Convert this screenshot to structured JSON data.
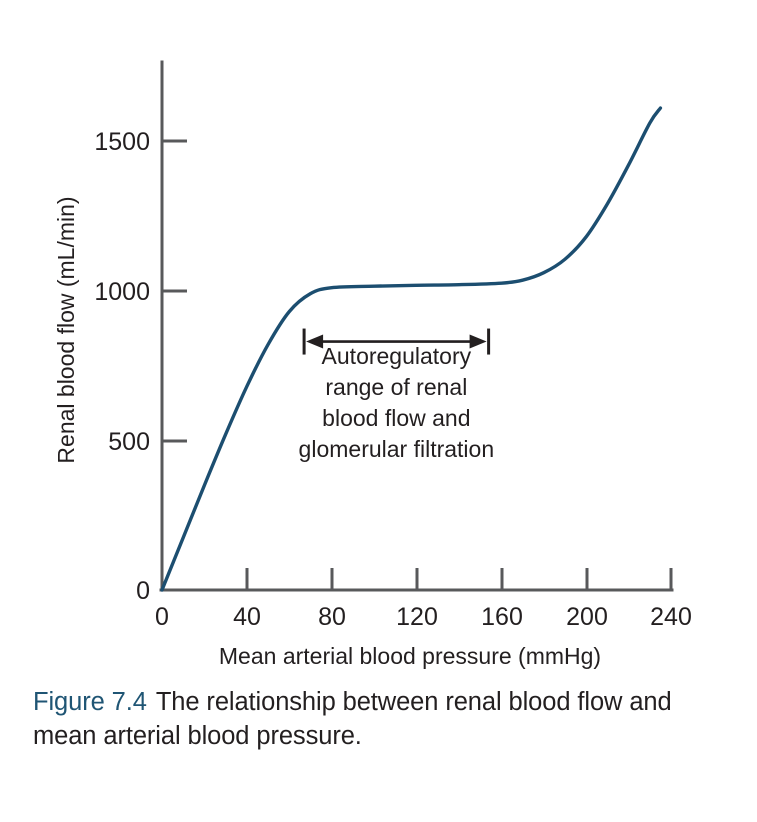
{
  "chart_data": {
    "type": "line",
    "title": "",
    "subtitle": "",
    "xlabel": "Mean arterial blood pressure (mmHg)",
    "ylabel": "Renal blood flow (mL/min)",
    "xlim": [
      0,
      240
    ],
    "ylim": [
      0,
      1700
    ],
    "xticks": [
      0,
      40,
      80,
      120,
      160,
      200,
      240
    ],
    "xticklabels": [
      "0",
      "40",
      "80",
      "120",
      "160",
      "200",
      "240"
    ],
    "yticks": [
      0,
      500,
      1000,
      1500
    ],
    "yticklabels": [
      "0",
      "500",
      "1000",
      "1500"
    ],
    "grid": false,
    "legend": null,
    "series": [
      {
        "name": "Renal blood flow",
        "color": "#1c4e70",
        "x": [
          0,
          10,
          20,
          30,
          40,
          50,
          60,
          70,
          80,
          100,
          120,
          140,
          160,
          170,
          180,
          190,
          200,
          210,
          220,
          230,
          235
        ],
        "y": [
          0,
          175,
          350,
          520,
          680,
          820,
          930,
          990,
          1010,
          1015,
          1018,
          1020,
          1025,
          1035,
          1060,
          1105,
          1180,
          1290,
          1420,
          1560,
          1610
        ]
      }
    ],
    "annotations": [
      {
        "name": "autoregulatory-range",
        "type": "double-arrow-with-caps",
        "x_start": 67,
        "x_end": 154,
        "y": 830,
        "text_lines": [
          "Autoregulatory",
          "range of renal",
          "blood flow and",
          "glomerular filtration"
        ]
      }
    ]
  },
  "caption": {
    "figure_number": "Figure 7.4",
    "text": "The relationship between renal blood flow and mean arterial blood pressure."
  },
  "colors": {
    "curve": "#1c4e70",
    "axis": "#58595b",
    "text": "#231f20",
    "figure_number": "#1f5574",
    "background": "#ffffff"
  }
}
